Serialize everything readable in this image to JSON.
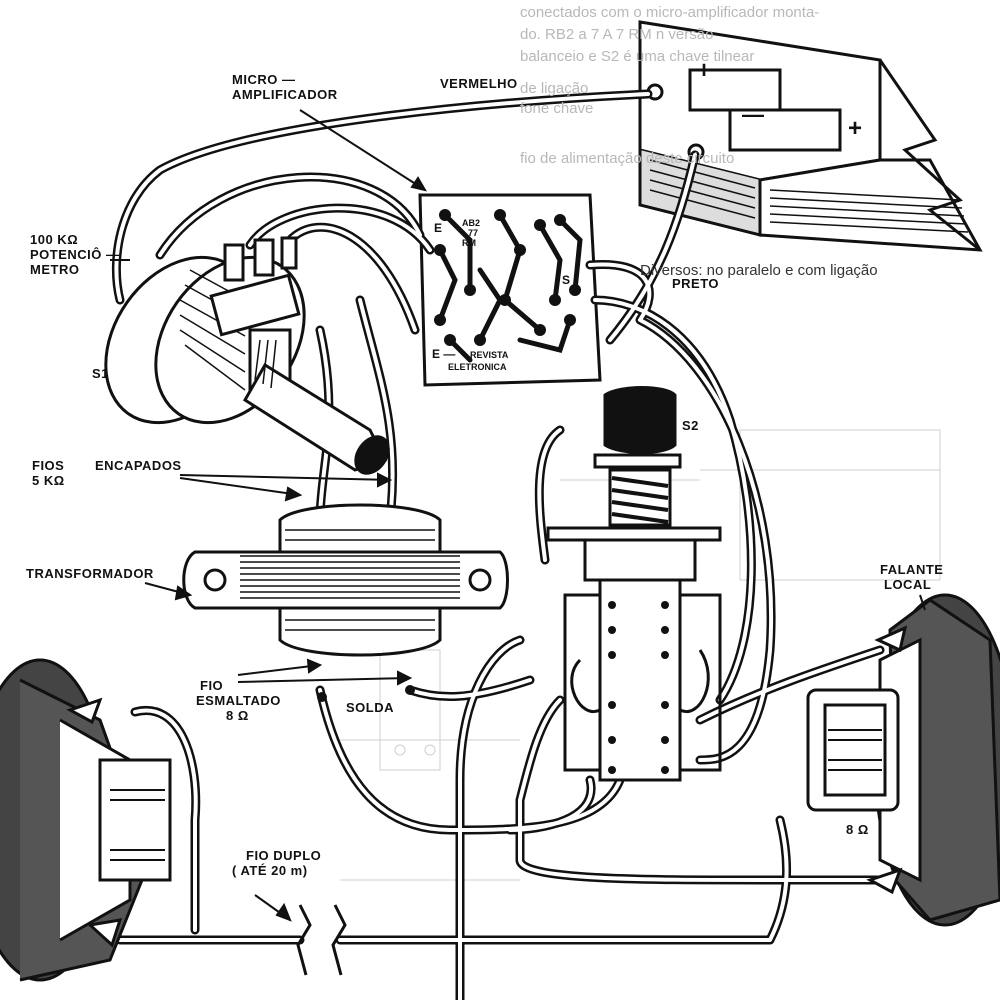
{
  "background_text": {
    "lines": [
      "conectados com o micro-amplificador monta-",
      "do. RB2 a 7 A 7 RM n versão",
      "balanceio e S2 é uma chave tilnear",
      "de ligação",
      "fone chave",
      "fio de alimentação deste circuito",
      "Diversos: no paralelo e com ligação"
    ]
  },
  "labels": {
    "micro_amp": [
      "MICRO —",
      "AMPLIFICADOR"
    ],
    "vermelho": "VERMELHO",
    "potenciometro": [
      "100 KΩ",
      "POTENCIÔ —",
      "METRO"
    ],
    "s1": "S1",
    "s2": "S2",
    "preto": "PRETO",
    "fios_5k": [
      "FIOS",
      "5 KΩ"
    ],
    "encapados": "ENCAPADOS",
    "transformador": "TRANSFORMADOR",
    "fio_esmaltado": [
      "FIO",
      "ESMALTADO",
      "8 Ω"
    ],
    "solda": "SOLDA",
    "falante_local": [
      "FALANTE",
      "LOCAL"
    ],
    "ohm_8": "8 Ω",
    "fio_duplo": [
      "FIO  DUPLO",
      "( ATÉ    20 m)"
    ]
  },
  "pcb": {
    "marks": [
      "AB2",
      "77",
      "RM"
    ],
    "e_plus": "E",
    "e_minus": "E —",
    "s_label": "S",
    "footer": [
      "REVISTA",
      "ELETRONICA"
    ]
  },
  "battery": {
    "plus_top": "+",
    "minus": "—",
    "plus_right": "+"
  }
}
